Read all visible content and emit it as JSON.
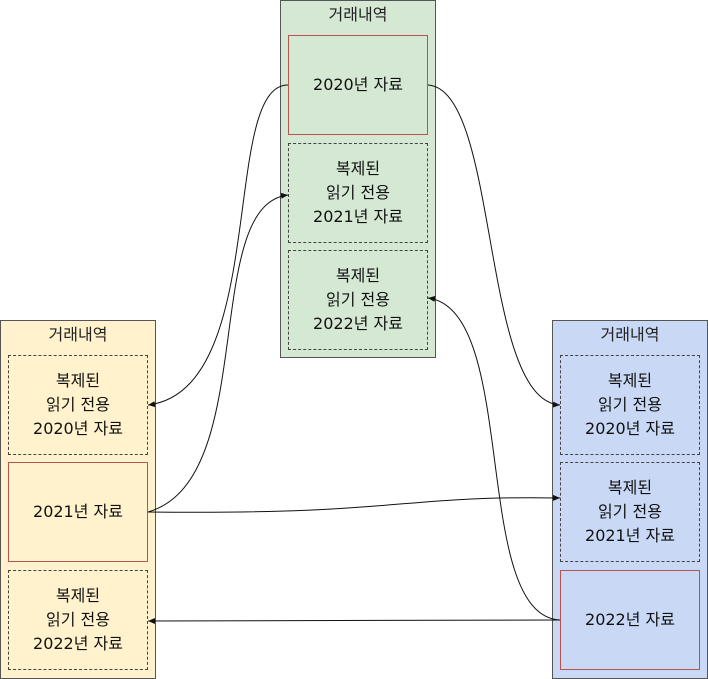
{
  "colors": {
    "top_fill": "#d5e8d4",
    "left_fill": "#fff2cc",
    "right_fill": "#c9d8f5",
    "primary_border": "#b85450"
  },
  "top": {
    "title": "거래내역",
    "boxes": [
      "2020년 자료",
      "복제된\n읽기 전용\n2021년 자료",
      "복제된\n읽기 전용\n2022년 자료"
    ]
  },
  "left": {
    "title": "거래내역",
    "boxes": [
      "복제된\n읽기 전용\n2020년 자료",
      "2021년 자료",
      "복제된\n읽기 전용\n2022년 자료"
    ]
  },
  "right": {
    "title": "거래내역",
    "boxes": [
      "복제된\n읽기 전용\n2020년 자료",
      "복제된\n읽기 전용\n2021년 자료",
      "2022년 자료"
    ]
  }
}
